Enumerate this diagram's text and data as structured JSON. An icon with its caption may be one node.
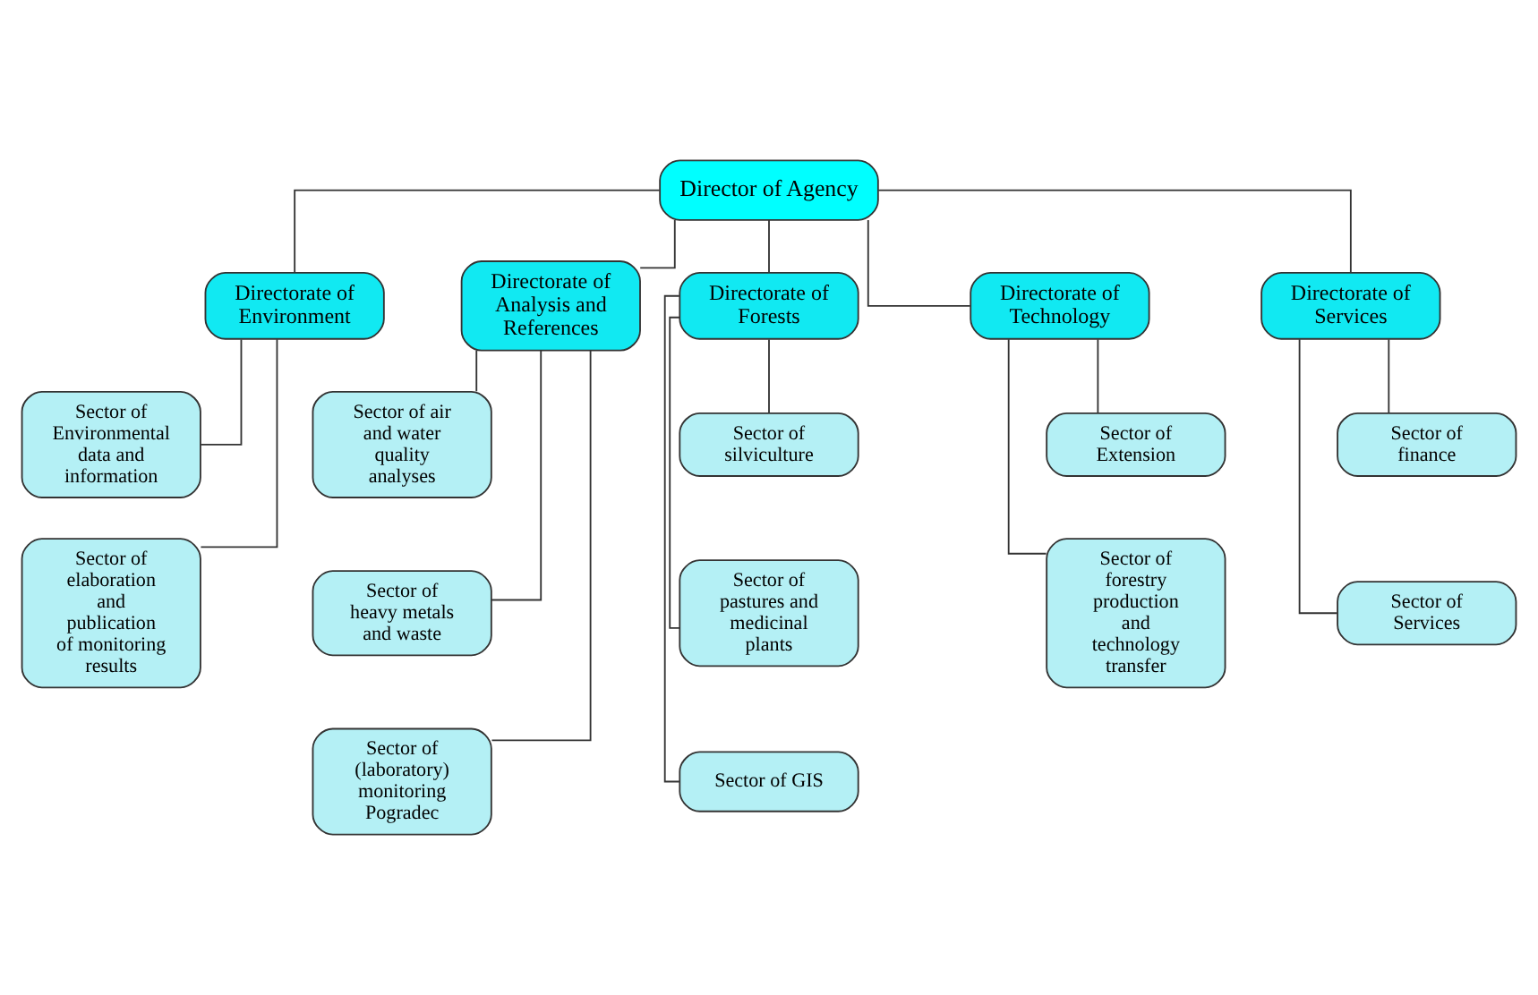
{
  "diagram": {
    "nodes": [
      {
        "text": [
          "Director of Agency"
        ]
      },
      {
        "text": [
          "Directorate of Environment"
        ]
      },
      {
        "text": [
          "Directorate of Analysis and References"
        ]
      },
      {
        "text": [
          "Directorate of Forests"
        ]
      },
      {
        "text": [
          "Directorate of Technology"
        ]
      },
      {
        "text": [
          "Directorate of Services"
        ]
      },
      {
        "text": [
          "Sector of Environmental data and information"
        ]
      },
      {
        "text": [
          "Sector of elaboration and publication of monitoring results"
        ]
      },
      {
        "text": [
          "Sector of air and water quality analyses"
        ]
      },
      {
        "text": [
          "Sector of heavy metals and waste"
        ]
      },
      {
        "text": [
          "Sector of (laboratory) monitoring Pogradec"
        ]
      },
      {
        "text": [
          "Sector of silviculture"
        ]
      },
      {
        "text": [
          "Sector of pastures and medicinal plants"
        ]
      },
      {
        "text": [
          "Sector of GIS"
        ]
      },
      {
        "text": [
          "Sector of Extension"
        ]
      },
      {
        "text": [
          "Sector of forestry production and technology transfer"
        ]
      },
      {
        "text": [
          "Sector of finance"
        ]
      },
      {
        "text": [
          "Sector of Services"
        ]
      }
    ],
    "edges": [
      {
        "from": 0,
        "to": 1,
        "arrow": "none"
      },
      {
        "from": 0,
        "to": 2,
        "arrow": "none"
      },
      {
        "from": 0,
        "to": 3,
        "arrow": "none"
      },
      {
        "from": 0,
        "to": 4,
        "arrow": "none"
      },
      {
        "from": 0,
        "to": 5,
        "arrow": "none"
      },
      {
        "from": 1,
        "to": 6,
        "arrow": "none"
      },
      {
        "from": 1,
        "to": 7,
        "arrow": "none"
      },
      {
        "from": 2,
        "to": 8,
        "arrow": "none"
      },
      {
        "from": 2,
        "to": 9,
        "arrow": "none"
      },
      {
        "from": 2,
        "to": 10,
        "arrow": "none"
      },
      {
        "from": 3,
        "to": 11,
        "arrow": "none"
      },
      {
        "from": 3,
        "to": 12,
        "arrow": "none"
      },
      {
        "from": 3,
        "to": 13,
        "arrow": "none"
      },
      {
        "from": 4,
        "to": 14,
        "arrow": "none"
      },
      {
        "from": 4,
        "to": 15,
        "arrow": "none"
      },
      {
        "from": 5,
        "to": 16,
        "arrow": "none"
      },
      {
        "from": 5,
        "to": 17,
        "arrow": "none"
      }
    ]
  }
}
